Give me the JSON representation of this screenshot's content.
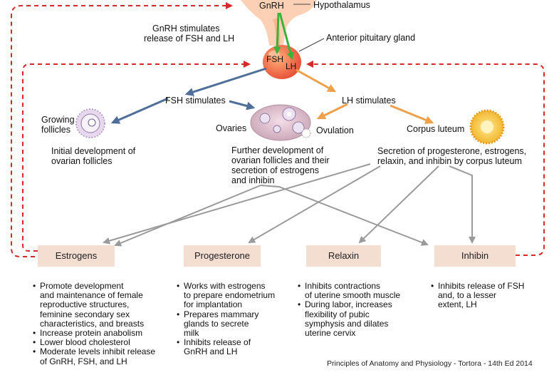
{
  "labels": {
    "gnrh": "GnRH",
    "hypothalamus": "Hypothalamus",
    "gnrh_stimulates": [
      "GnRH stimulates",
      "release of FSH and LH"
    ],
    "anterior_pituitary": "Anterior pituitary gland",
    "fsh": "FSH",
    "lh": "LH",
    "fsh_stimulates": "FSH stimulates",
    "lh_stimulates": "LH stimulates",
    "growing_follicles": [
      "Growing",
      "follicles"
    ],
    "ovaries": "Ovaries",
    "ovulation": "Ovulation",
    "corpus_luteum": "Corpus luteum",
    "initial_development": [
      "Initial development of",
      "ovarian follicles"
    ],
    "further_development": [
      "Further development of",
      "ovarian follicles and their",
      "secretion of estrogens",
      "and inhibin"
    ],
    "secretion_corpus": [
      "Secretion of progesterone, estrogens,",
      "relaxin, and inhibin by corpus luteum"
    ]
  },
  "hormones": [
    {
      "name": "Estrogens",
      "effects": [
        [
          "Promote development",
          "and maintenance of female",
          "reproductive structures,",
          "feminine secondary sex",
          "characteristics, and breasts"
        ],
        [
          "Increase protein anabolism"
        ],
        [
          "Lower blood cholesterol"
        ],
        [
          "Moderate levels inhibit release",
          "of GnRH, FSH, and LH"
        ]
      ]
    },
    {
      "name": "Progesterone",
      "effects": [
        [
          "Works with estrogens",
          "to prepare endometrium",
          "for implantation"
        ],
        [
          "Prepares mammary",
          "glands to secrete",
          "milk"
        ],
        [
          "Inhibits release of",
          "GnRH and LH"
        ]
      ]
    },
    {
      "name": "Relaxin",
      "effects": [
        [
          "Inhibits contractions",
          "of uterine smooth muscle"
        ],
        [
          "During labor, increases",
          "flexibility of pubic",
          "symphysis and dilates",
          "uterine cervix"
        ]
      ]
    },
    {
      "name": "Inhibin",
      "effects": [
        [
          "Inhibits release of FSH",
          "and, to a lesser",
          "extent, LH"
        ]
      ]
    }
  ],
  "credit": "Principles of  Anatomy and Physiology - Tortora - 14th Ed 2014",
  "colors": {
    "feedback": "#d42a2a",
    "fsh_arrow": "#4f6f9a",
    "lh_arrow": "#eea04a",
    "gnrh_arrow": "#3bb33b",
    "secretion_arrow": "#9a9a9a",
    "box_fill": "#f4ddd1"
  }
}
